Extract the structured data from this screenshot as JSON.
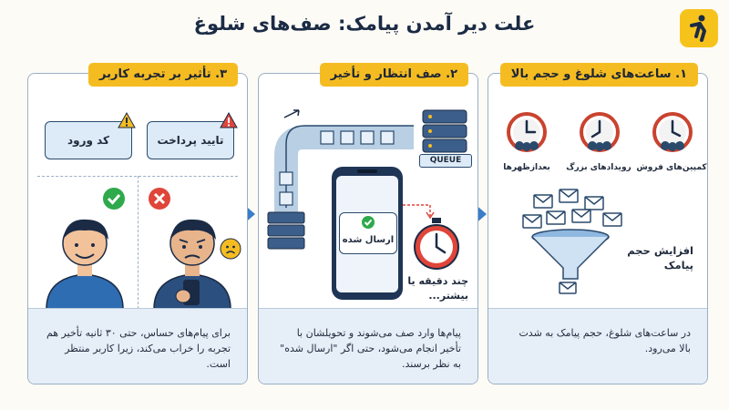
{
  "title": "علت دیر آمدن پیامک: صف‌های شلوغ",
  "panels": [
    {
      "heading": "۱. ساعت‌های شلوغ و حجم بالا",
      "clocks": [
        "کمپین‌های فروش",
        "رویدادهای بزرگ",
        "بعدازظهرها"
      ],
      "funnel_label": "افزایش حجم پیامک",
      "footer": "در ساعت‌های شلوغ، حجم پیامک به شدت بالا می‌رود."
    },
    {
      "heading": "۲. صف انتظار و تأخیر",
      "queue_label": "QUEUE",
      "phone_message": "ارسال شده",
      "delay_label": "چند دقیقه یا بیشتر...",
      "footer": "پیام‌ها وارد صف می‌شوند و تحویلشان با تأخیر انجام می‌شود، حتی اگر \"ارسال شده\" به نظر برسند."
    },
    {
      "heading": "۳. تأثیر بر تجربه کاربر",
      "bubbles": [
        "تایید پرداخت",
        "کد ورود"
      ],
      "footer": "برای پیام‌های حساس، حتی ۳۰ ثانیه تأخیر هم تجربه را خراب می‌کند، زیرا کاربر منتظر است."
    }
  ],
  "colors": {
    "accent_yellow": "#f5bc22",
    "navy": "#1b2b45",
    "flow_blue": "#3a7dc8",
    "success_green": "#2ea94b",
    "error_red": "#e0453a",
    "footer_bg": "#e6eff8"
  },
  "icons": [
    "logo-icon",
    "clock-icon",
    "envelope-icon",
    "funnel-icon",
    "pipe-icon",
    "server-icon",
    "phone-icon",
    "check-icon",
    "stopwatch-icon",
    "warning-icon",
    "cross-icon",
    "user-happy-icon",
    "user-worried-icon",
    "sad-emoji-icon"
  ]
}
